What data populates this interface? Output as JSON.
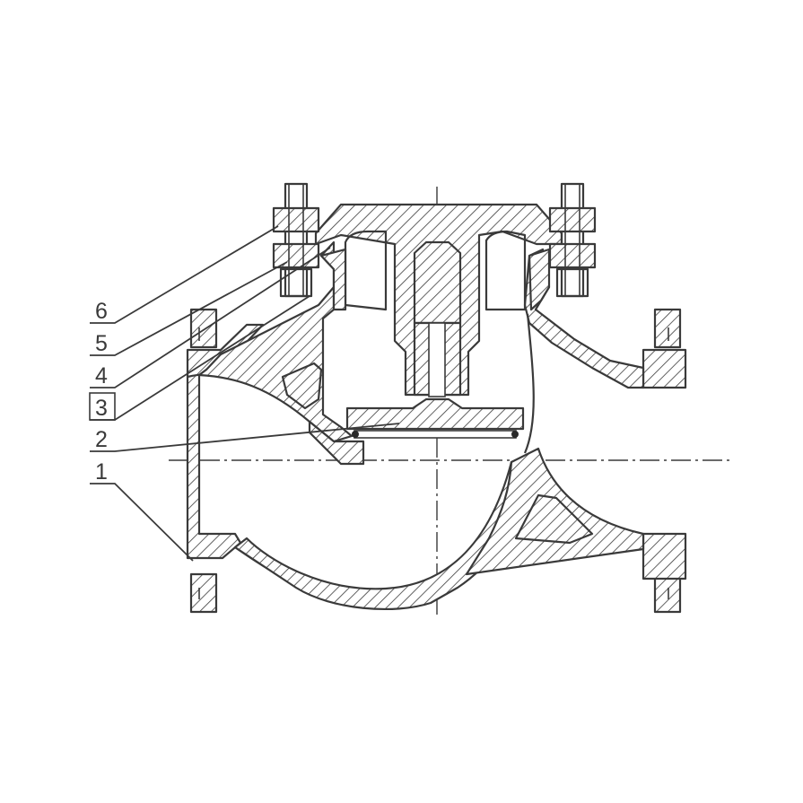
{
  "parts": [
    {
      "number": "6"
    },
    {
      "number": "5"
    },
    {
      "number": "4"
    },
    {
      "number": "3"
    },
    {
      "number": "2"
    },
    {
      "number": "1"
    }
  ],
  "colors": {
    "line": "#3a3a3a",
    "background": "#ffffff"
  }
}
